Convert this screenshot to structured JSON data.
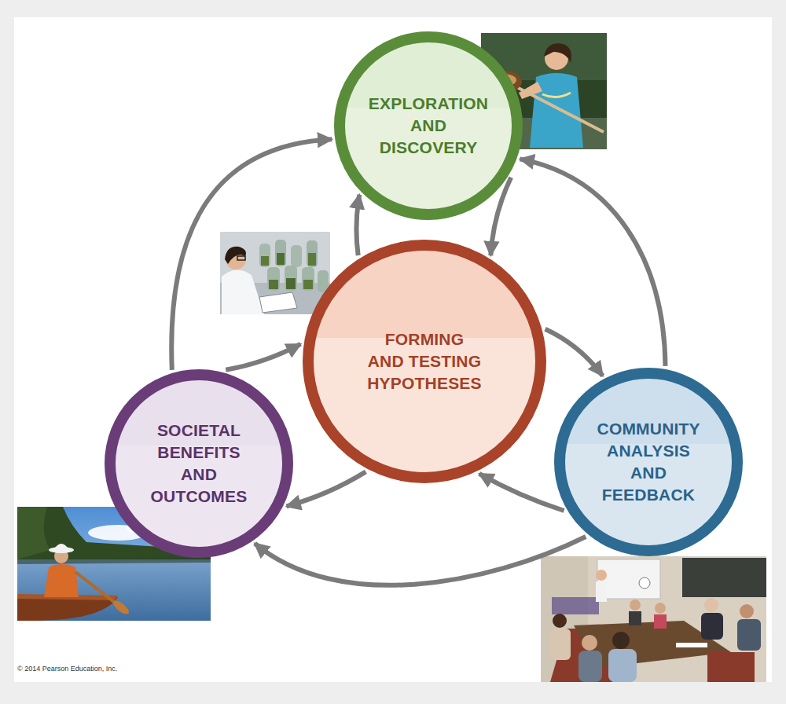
{
  "diagram": {
    "nodes": [
      {
        "text": [
          "EXPLORATION AND DISCOVERY"
        ]
      },
      {
        "text": [
          "FORMING AND TESTING HYPOTHESES"
        ]
      },
      {
        "text": [
          "COMMUNITY ANALYSIS AND FEEDBACK"
        ]
      },
      {
        "text": [
          "SOCIETAL BENEFITS AND OUTCOMES"
        ]
      }
    ],
    "edges": [
      {
        "from": 0,
        "to": 1,
        "arrow": "to"
      },
      {
        "from": 1,
        "to": 0,
        "arrow": "to"
      },
      {
        "from": 1,
        "to": 2,
        "arrow": "to"
      },
      {
        "from": 2,
        "to": 1,
        "arrow": "to"
      },
      {
        "from": 1,
        "to": 3,
        "arrow": "to"
      },
      {
        "from": 3,
        "to": 1,
        "arrow": "to"
      },
      {
        "from": 3,
        "to": 0,
        "arrow": "to"
      },
      {
        "from": 2,
        "to": 0,
        "arrow": "to"
      },
      {
        "from": 2,
        "to": 3,
        "arrow": "to"
      }
    ],
    "labels": [
      "© 2014 Pearson Education, Inc."
    ]
  }
}
